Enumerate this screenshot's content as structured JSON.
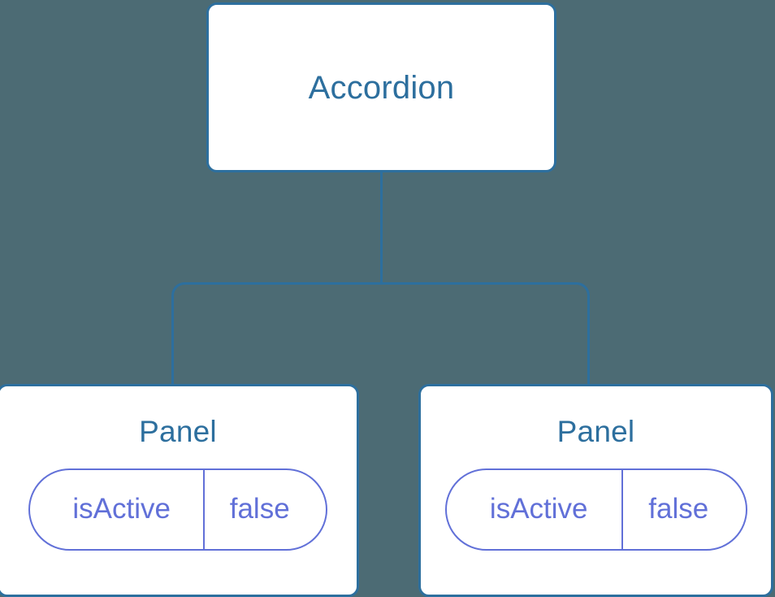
{
  "diagram": {
    "type": "component-tree",
    "background_color": "#4c6b74",
    "node_border_color": "#2d6f9e",
    "node_fill_color": "#ffffff",
    "node_title_color": "#2d6f9e",
    "connector_color": "#2d6f9e",
    "prop_accent_color": "#6170d8"
  },
  "root": {
    "title": "Accordion"
  },
  "children": [
    {
      "title": "Panel",
      "props": [
        {
          "key": "isActive",
          "value": "false"
        }
      ]
    },
    {
      "title": "Panel",
      "props": [
        {
          "key": "isActive",
          "value": "false"
        }
      ]
    }
  ]
}
